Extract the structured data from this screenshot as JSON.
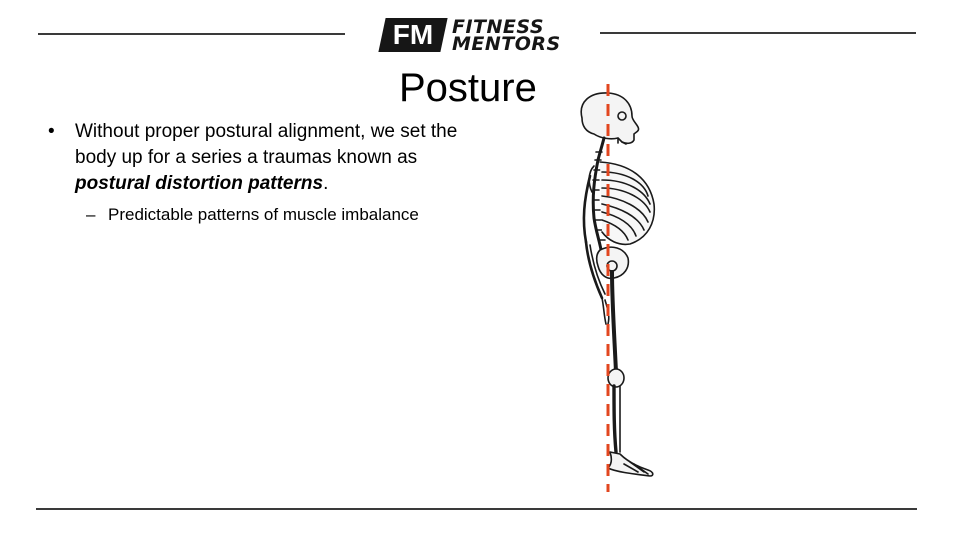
{
  "logo": {
    "mark": "FM",
    "line1": "FITNESS",
    "line2": "MENTORS"
  },
  "slide": {
    "title": "Posture",
    "bullet": {
      "marker": "•",
      "text_before": "Without proper postural alignment, we set the body up for a series a traumas known as ",
      "emphasis": "postural distortion patterns",
      "text_after": "."
    },
    "sub_bullet": {
      "marker": "–",
      "text": "Predictable patterns of muscle imbalance"
    }
  },
  "figure": {
    "icon": "skeleton-side-view",
    "plumb_line_color": "#e2461f"
  }
}
